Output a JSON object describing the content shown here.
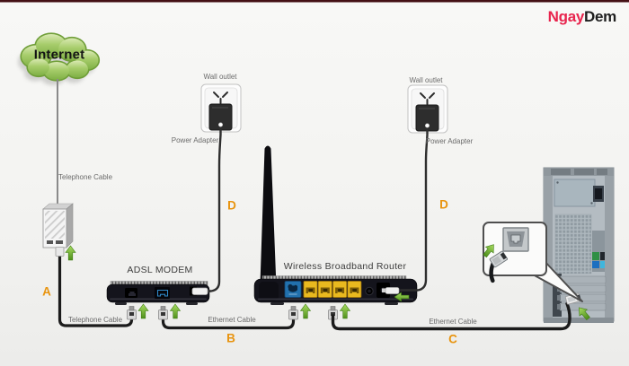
{
  "brand": {
    "name_part1": "Ngay",
    "name_part2": "Dem"
  },
  "cloud": {
    "label": "Internet"
  },
  "labels": {
    "wall_outlet_left": "Wall outlet",
    "wall_outlet_right": "Wall outlet",
    "power_adapter_left": "Power Adapter",
    "power_adapter_right": "Power Adapter",
    "telephone_cable_top": "Telephone Cable",
    "telephone_cable_bottom": "Telephone Cable",
    "ethernet_cable_b": "Ethernet Cable",
    "ethernet_cable_c": "Ethernet Cable",
    "adsl_modem": "ADSL MODEM",
    "wireless_router": "Wireless Broadband Router"
  },
  "steps": {
    "a": "A",
    "b": "B",
    "c": "C",
    "d_left": "D",
    "d_right": "D"
  },
  "colors": {
    "step_letter_orange": "#e8940f",
    "brand_red": "#e8244d",
    "brand_black": "#1f1f1f",
    "arrow_green": "#6db33f",
    "cloud_green": "#8fbc52",
    "wan_port_blue": "#2271ad",
    "lan_port_yellow": "#e9b91f",
    "device_body_black": "#14141c",
    "top_bar_maroon": "#441015"
  }
}
